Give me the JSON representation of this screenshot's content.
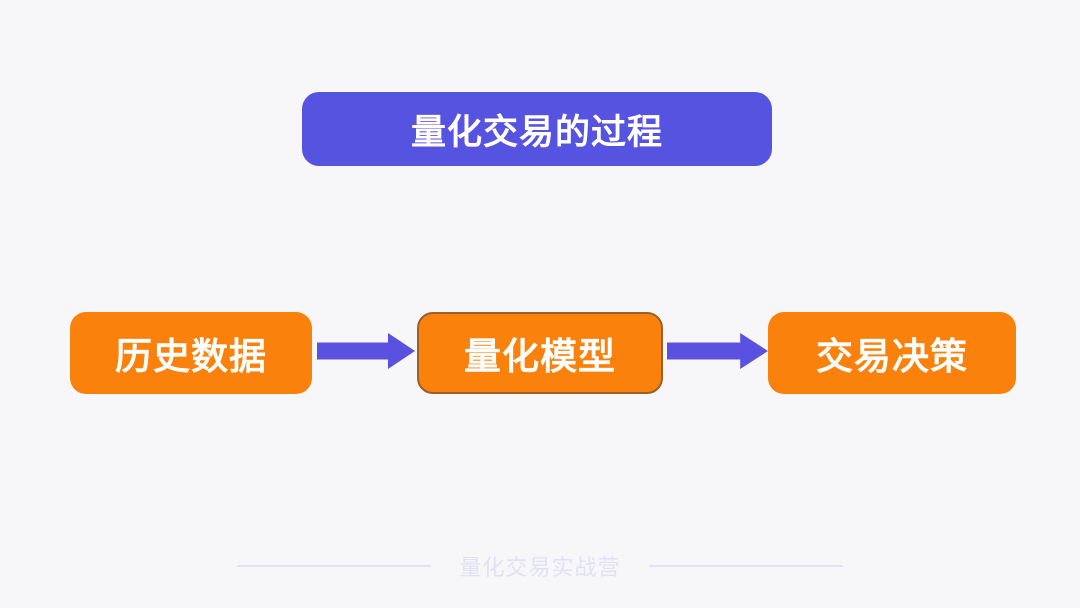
{
  "title": {
    "label": "量化交易的过程"
  },
  "flow": {
    "nodes": [
      {
        "label": "历史数据"
      },
      {
        "label": "量化模型"
      },
      {
        "label": "交易决策"
      }
    ],
    "arrow_icon": "right-arrow"
  },
  "footer": {
    "label": "量化交易实战营"
  },
  "colors": {
    "background": "#f7f7fa",
    "title_bg": "#5753e1",
    "node_bg": "#fb810d",
    "node_border": "#9b5f28",
    "arrow": "#5b51e0",
    "footer_text": "#e1e1f2",
    "footer_line": "#e2e2f1"
  }
}
